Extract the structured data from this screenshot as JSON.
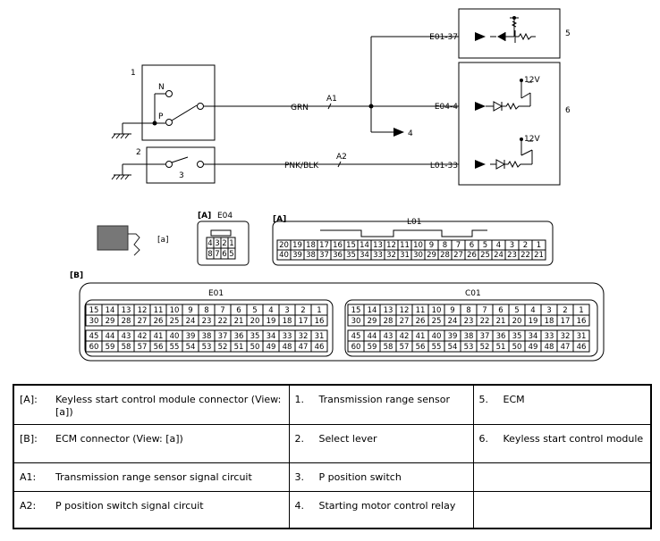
{
  "diagram": {
    "labels": {
      "n": "N",
      "p": "P",
      "grn": "GRN",
      "a1": "A1",
      "pnk_blk": "PNK/BLK",
      "a2": "A2",
      "e01_37": "E01-37",
      "e04_4": "E04-4",
      "l01_33": "L01-33",
      "v12a": "12V",
      "v12b": "12V",
      "comp1": "1",
      "comp2": "2",
      "comp3": "3",
      "comp4": "4",
      "comp5": "5",
      "comp6": "6"
    },
    "connectors": {
      "view_tag": "[a]",
      "e04_bracket": "[A]",
      "e04_name": "E04",
      "e04_top": [
        "4",
        "3",
        "2",
        "1"
      ],
      "e04_bot": [
        "8",
        "7",
        "6",
        "5"
      ],
      "l01_bracket": "[A]",
      "l01_name": "L01",
      "l01_top": [
        "20",
        "19",
        "18",
        "17",
        "16",
        "15",
        "14",
        "13",
        "12",
        "11",
        "10",
        "9",
        "8",
        "7",
        "6",
        "5",
        "4",
        "3",
        "2",
        "1"
      ],
      "l01_bot": [
        "40",
        "39",
        "38",
        "37",
        "36",
        "35",
        "34",
        "33",
        "32",
        "31",
        "30",
        "29",
        "28",
        "27",
        "26",
        "25",
        "24",
        "23",
        "22",
        "21"
      ],
      "ecm_bracket": "[B]",
      "e01_name": "E01",
      "c01_name": "C01",
      "ecm_r1": [
        "15",
        "14",
        "13",
        "12",
        "11",
        "10",
        "9",
        "8",
        "7",
        "6",
        "5",
        "4",
        "3",
        "2",
        "1"
      ],
      "ecm_r2": [
        "30",
        "29",
        "28",
        "27",
        "26",
        "25",
        "24",
        "23",
        "22",
        "21",
        "20",
        "19",
        "18",
        "17",
        "16"
      ],
      "ecm_r3": [
        "45",
        "44",
        "43",
        "42",
        "41",
        "40",
        "39",
        "38",
        "37",
        "36",
        "35",
        "34",
        "33",
        "32",
        "31"
      ],
      "ecm_r4": [
        "60",
        "59",
        "58",
        "57",
        "56",
        "55",
        "54",
        "53",
        "52",
        "51",
        "50",
        "49",
        "48",
        "47",
        "46"
      ]
    }
  },
  "legend": [
    [
      {
        "key": "[A]:",
        "desc": "Keyless start control module connector (View: [a])"
      },
      {
        "key": "1.",
        "desc": "Transmission range sensor"
      },
      {
        "key": "5.",
        "desc": "ECM"
      }
    ],
    [
      {
        "key": "[B]:",
        "desc": "ECM connector (View: [a])"
      },
      {
        "key": "2.",
        "desc": "Select lever"
      },
      {
        "key": "6.",
        "desc": "Keyless start control module"
      }
    ],
    [
      {
        "key": "A1:",
        "desc": "Transmission range sensor signal circuit"
      },
      {
        "key": "3.",
        "desc": "P position switch"
      },
      {
        "key": "",
        "desc": ""
      }
    ],
    [
      {
        "key": "A2:",
        "desc": "P position switch signal circuit"
      },
      {
        "key": "4.",
        "desc": "Starting motor control relay"
      },
      {
        "key": "",
        "desc": ""
      }
    ]
  ]
}
